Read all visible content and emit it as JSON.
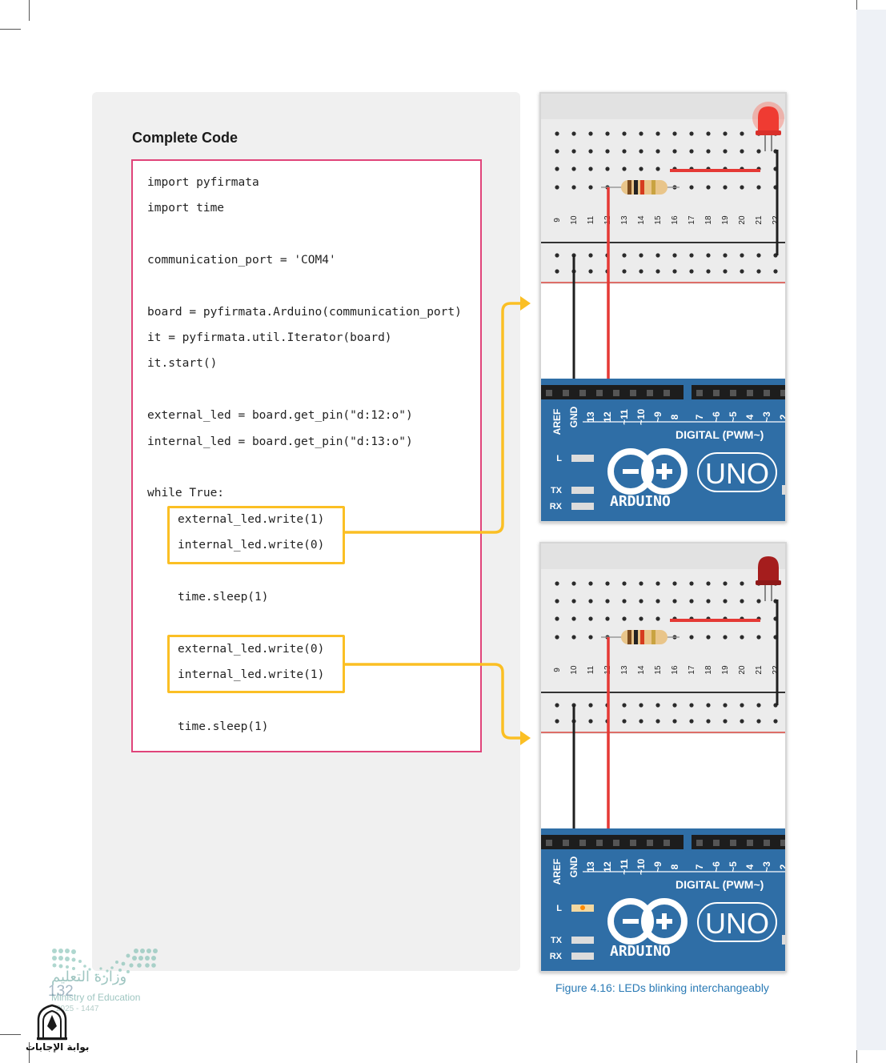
{
  "code_section": {
    "title": "Complete Code",
    "lines": [
      "import pyfirmata",
      "import time",
      "communication_port = 'COM4'",
      "board = pyfirmata.Arduino(communication_port)",
      "it = pyfirmata.util.Iterator(board)",
      "it.start()",
      "external_led = board.get_pin(\"d:12:o\")",
      "internal_led = board.get_pin(\"d:13:o\")",
      "while True:",
      "external_led.write(1)",
      "internal_led.write(0)",
      "time.sleep(1)",
      "external_led.write(0)",
      "internal_led.write(1)",
      "time.sleep(1)"
    ]
  },
  "figure": {
    "caption": "Figure 4.16: LEDs blinking interchangeably",
    "breadboard_column_labels": [
      "9",
      "10",
      "11",
      "12",
      "13",
      "14",
      "15",
      "16",
      "17",
      "18",
      "19",
      "20",
      "21",
      "22"
    ],
    "header_pin_labels": [
      "AREF",
      "GND",
      "13",
      "12",
      "~11",
      "~10",
      "~9",
      "8",
      "7",
      "~6",
      "~5",
      "4",
      "~3",
      "2"
    ],
    "digital_label": "DIGITAL (PWM~)",
    "brand": "ARDUINO",
    "model": "UNO",
    "indicator_labels": [
      "L",
      "TX",
      "RX"
    ],
    "states": [
      {
        "external_led": "on",
        "internal_led": "off"
      },
      {
        "external_led": "off",
        "internal_led": "on"
      }
    ]
  },
  "footer": {
    "page_number": "132",
    "ministry_ar": "وزارة التعليم",
    "ministry_en": "Ministry of Education",
    "years": "2025 - 1447",
    "portal_ar": "بوابة الإجابات"
  },
  "colors": {
    "code_border": "#e0447a",
    "highlight": "#fbbf24",
    "arduino_blue": "#2f6ea6",
    "wire_red": "#e53935",
    "led_on": "#ef3b32",
    "led_off": "#a51d1d",
    "caption": "#2a7ab5"
  }
}
